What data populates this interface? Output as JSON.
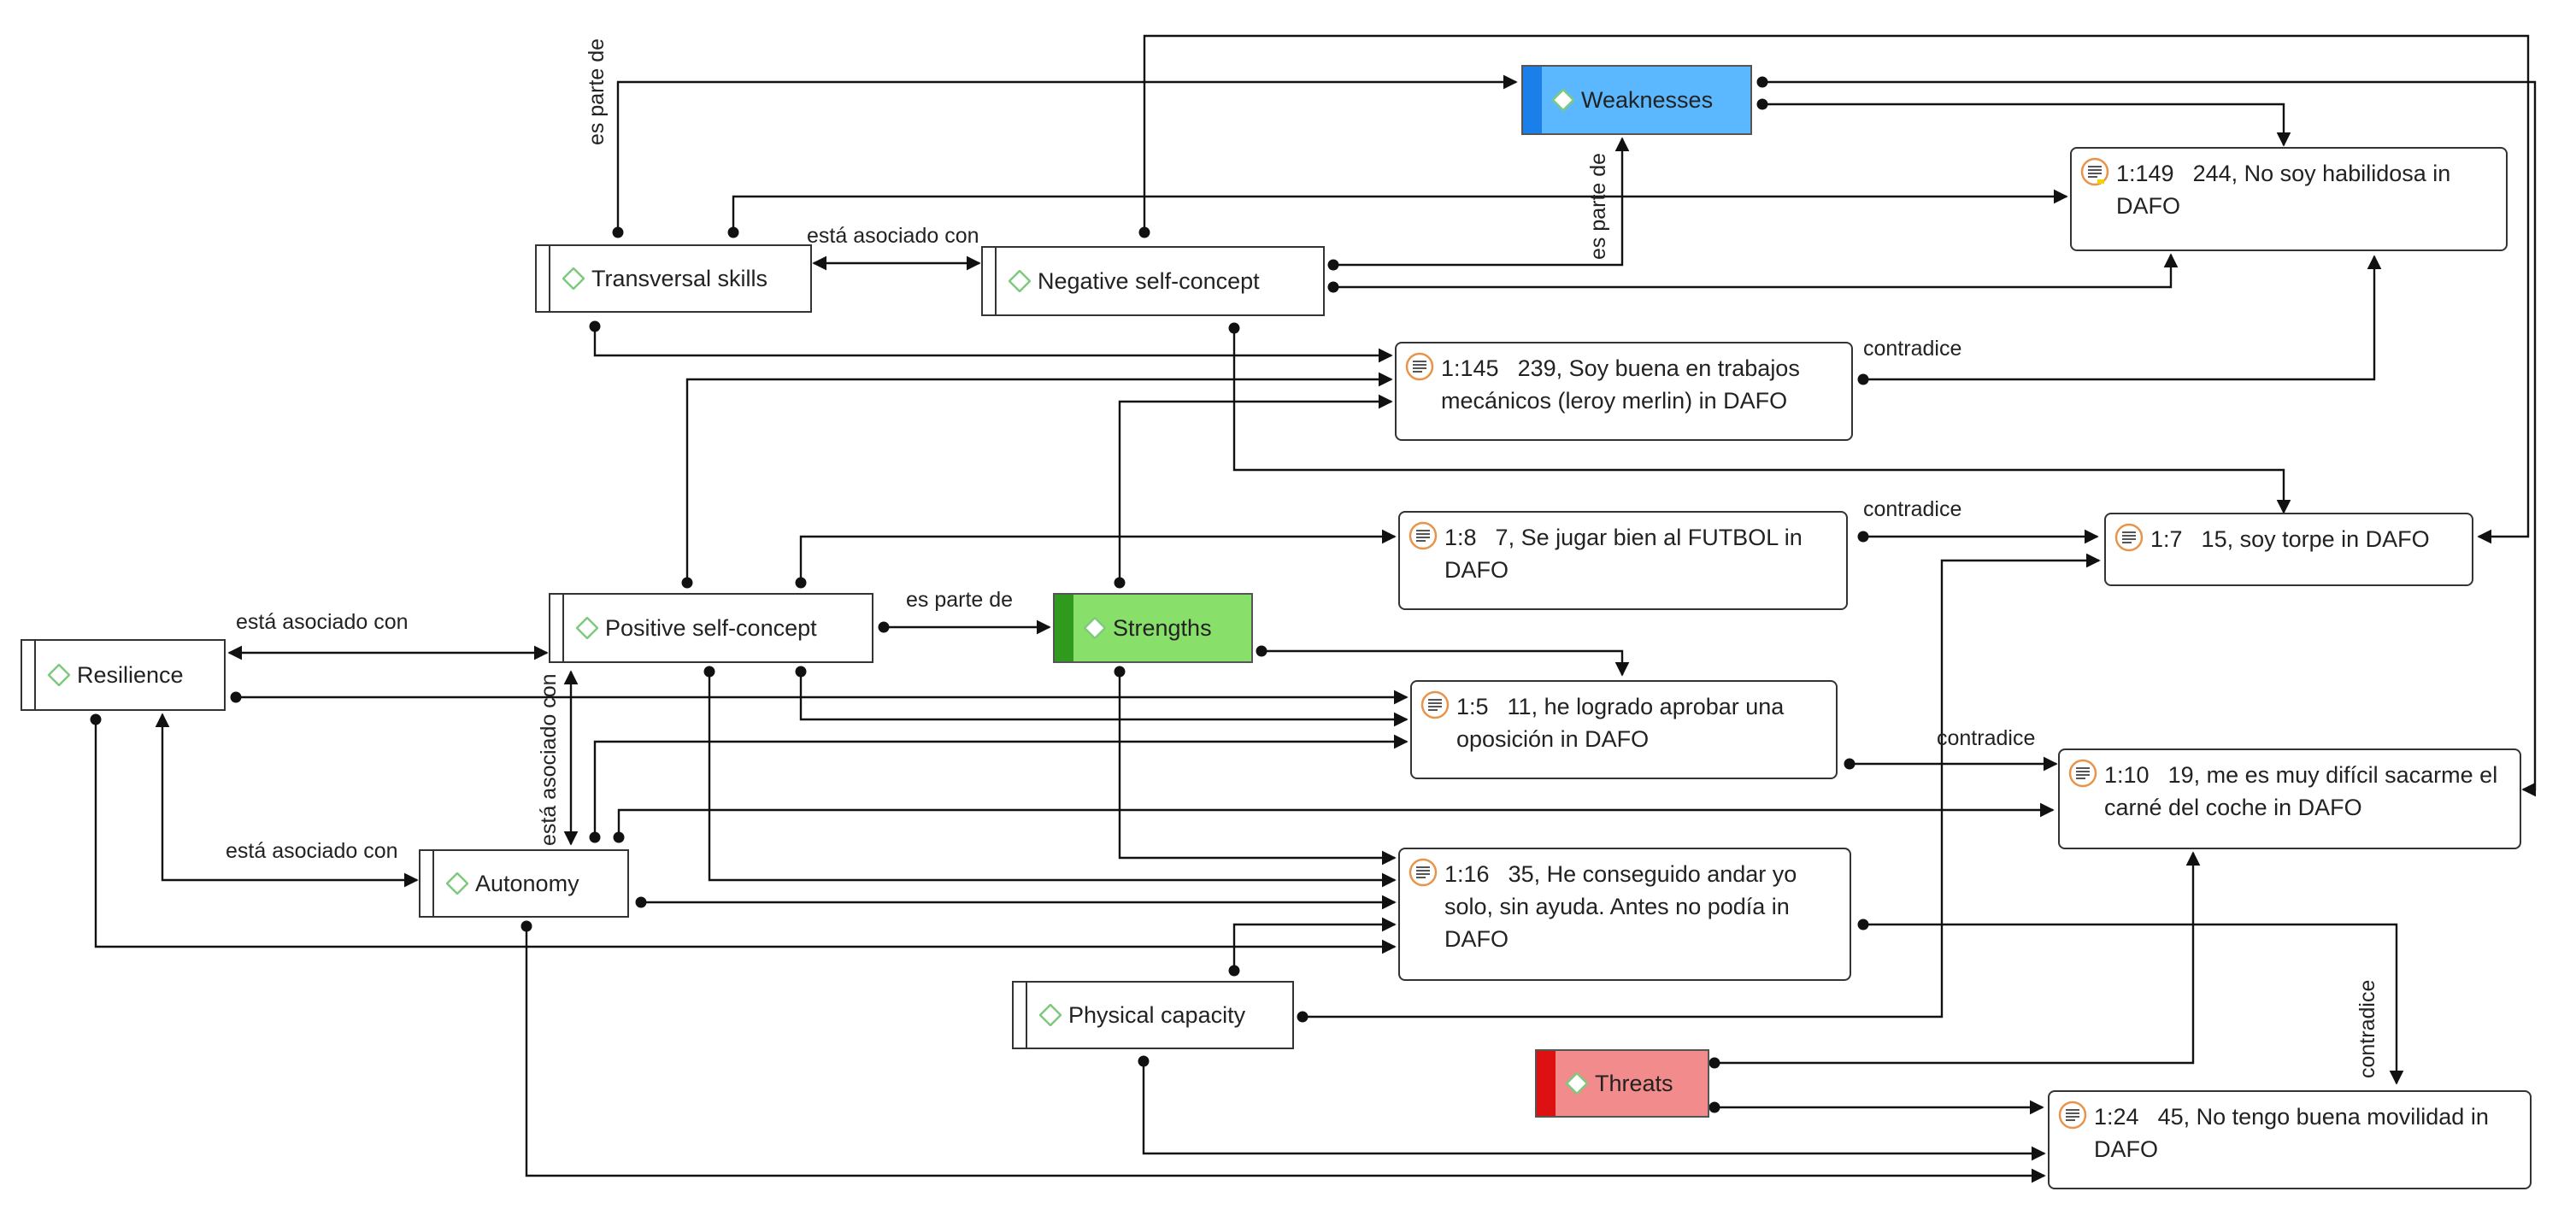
{
  "codes": [
    {
      "id": "weaknesses",
      "label": "Weaknesses",
      "color": "#3399ff",
      "fill": "#5bb8ff"
    },
    {
      "id": "transversal",
      "label": "Transversal skills"
    },
    {
      "id": "negative",
      "label": "Negative self-concept"
    },
    {
      "id": "resilience",
      "label": "Resilience"
    },
    {
      "id": "positive",
      "label": "Positive self-concept"
    },
    {
      "id": "strengths",
      "label": "Strengths",
      "color": "#33aa22",
      "fill": "#88e06a"
    },
    {
      "id": "autonomy",
      "label": "Autonomy"
    },
    {
      "id": "physical",
      "label": "Physical capacity"
    },
    {
      "id": "threats",
      "label": "Threats",
      "color": "#dd1111",
      "fill": "#f28b8b"
    }
  ],
  "quotes": [
    {
      "id": "q149",
      "ref": "1:149",
      "text": "244, No soy habilidosa in DAFO"
    },
    {
      "id": "q145",
      "ref": "1:145",
      "text": "239, Soy buena en trabajos mecánicos (leroy merlin) in DAFO"
    },
    {
      "id": "q8",
      "ref": "1:8",
      "text": "7, Se jugar bien al FUTBOL in DAFO"
    },
    {
      "id": "q7",
      "ref": "1:7",
      "text": "15, soy torpe in DAFO"
    },
    {
      "id": "q5",
      "ref": "1:5",
      "text": "11, he logrado aprobar una oposición in DAFO"
    },
    {
      "id": "q10",
      "ref": "1:10",
      "text": "19, me es muy difícil sacarme el carné del coche in DAFO"
    },
    {
      "id": "q16",
      "ref": "1:16",
      "text": "35, He conseguido andar yo solo, sin ayuda. Antes no podía in DAFO"
    },
    {
      "id": "q24",
      "ref": "1:24",
      "text": "45, No tengo buena movilidad in DAFO"
    }
  ],
  "edge_labels": {
    "es_parte_de_1": "es parte de",
    "esta_asociado_1": "está asociado con",
    "es_parte_de_2": "es parte de",
    "contradice_1": "contradice",
    "contradice_2": "contradice",
    "esta_asociado_2": "está asociado con",
    "es_parte_de_3": "es parte de",
    "esta_asociado_3": "está asociado con",
    "contradice_3": "contradice",
    "esta_asociado_4": "está asociado con",
    "contradice_4": "contradice"
  },
  "colors": {
    "line": "#111111",
    "diamond": "#7fc97f",
    "quote_icon": "#e8944a"
  }
}
